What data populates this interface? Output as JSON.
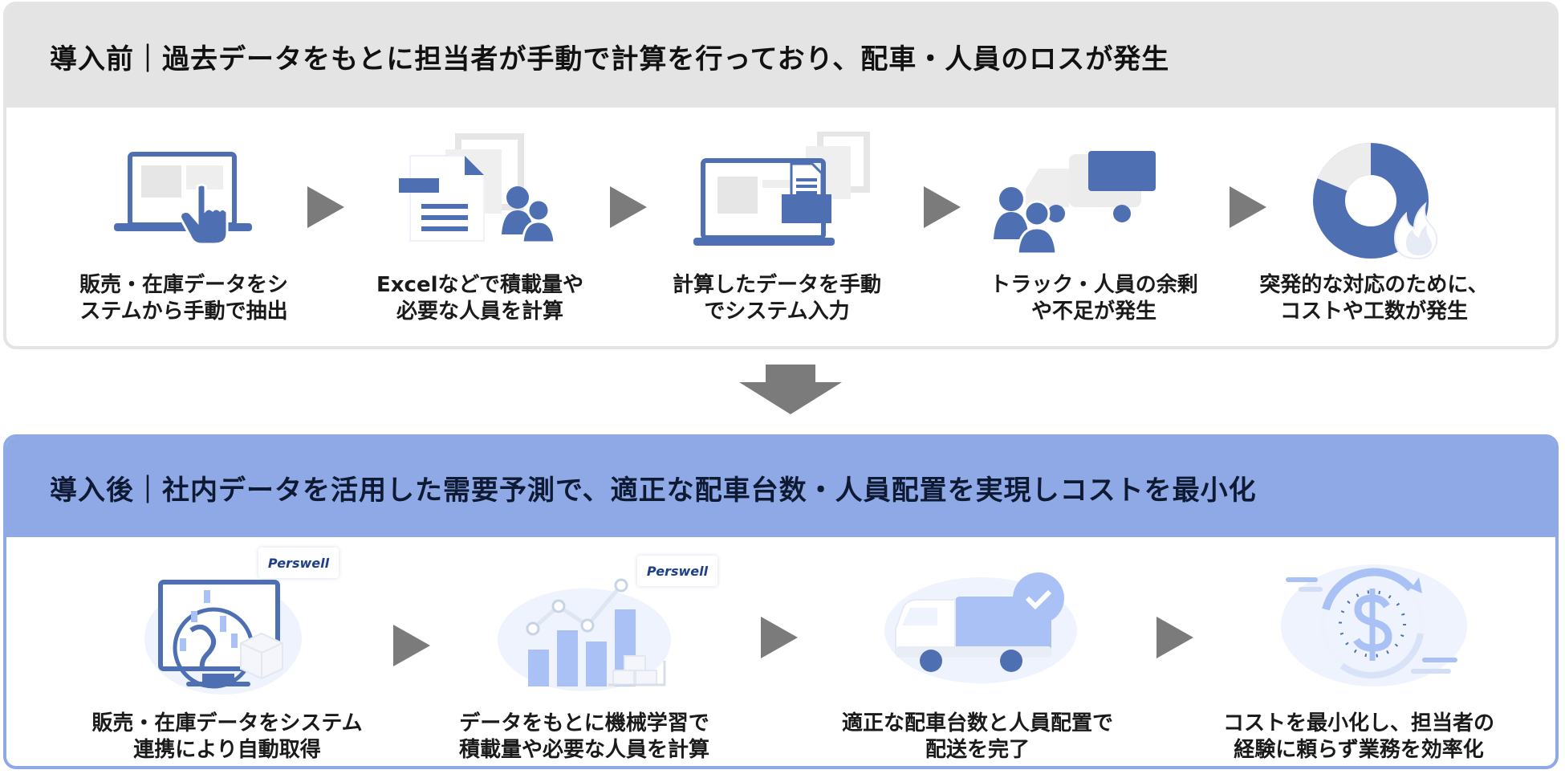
{
  "before": {
    "title": "導入前｜過去データをもとに担当者が手動で計算を行っており、配車・人員のロスが発生",
    "steps": [
      {
        "caption": "販売・在庫データをシ\nステムから手動で抽出",
        "icon": "laptop-hand-icon"
      },
      {
        "caption": "Excelなどで積載量や\n必要な人員を計算",
        "icon": "document-people-icon"
      },
      {
        "caption": "計算したデータを手動\nでシステム入力",
        "icon": "laptop-document-icon"
      },
      {
        "caption": "トラック・人員の余剰\nや不足が発生",
        "icon": "people-truck-icon"
      },
      {
        "caption": "突発的な対応のために、\nコストや工数が発生",
        "icon": "donut-fire-icon"
      }
    ]
  },
  "after": {
    "title": "導入後｜社内データを活用した需要予測で、適正な配車台数・人員配置を実現しコストを最小化",
    "steps": [
      {
        "caption": "販売・在庫データをシステム\n連携により自動取得",
        "icon": "monitor-globe-icon",
        "logo": "Perswell"
      },
      {
        "caption": "データをもとに機械学習で\n積載量や必要な人員を計算",
        "icon": "bar-line-chart-icon",
        "logo": "Perswell"
      },
      {
        "caption": "適正な配車台数と人員配置で\n配送を完了",
        "icon": "truck-check-icon"
      },
      {
        "caption": "コストを最小化し、担当者の\n経験に頼らず業務を効率化",
        "icon": "dollar-cycle-icon"
      }
    ]
  },
  "colors": {
    "icon_blue": "#4f6fb3",
    "light_blue": "#a9c1f5",
    "arrow_gray": "#7b7b7b",
    "banner_blue": "#8fa9e6",
    "banner_gray": "#e4e4e4"
  }
}
